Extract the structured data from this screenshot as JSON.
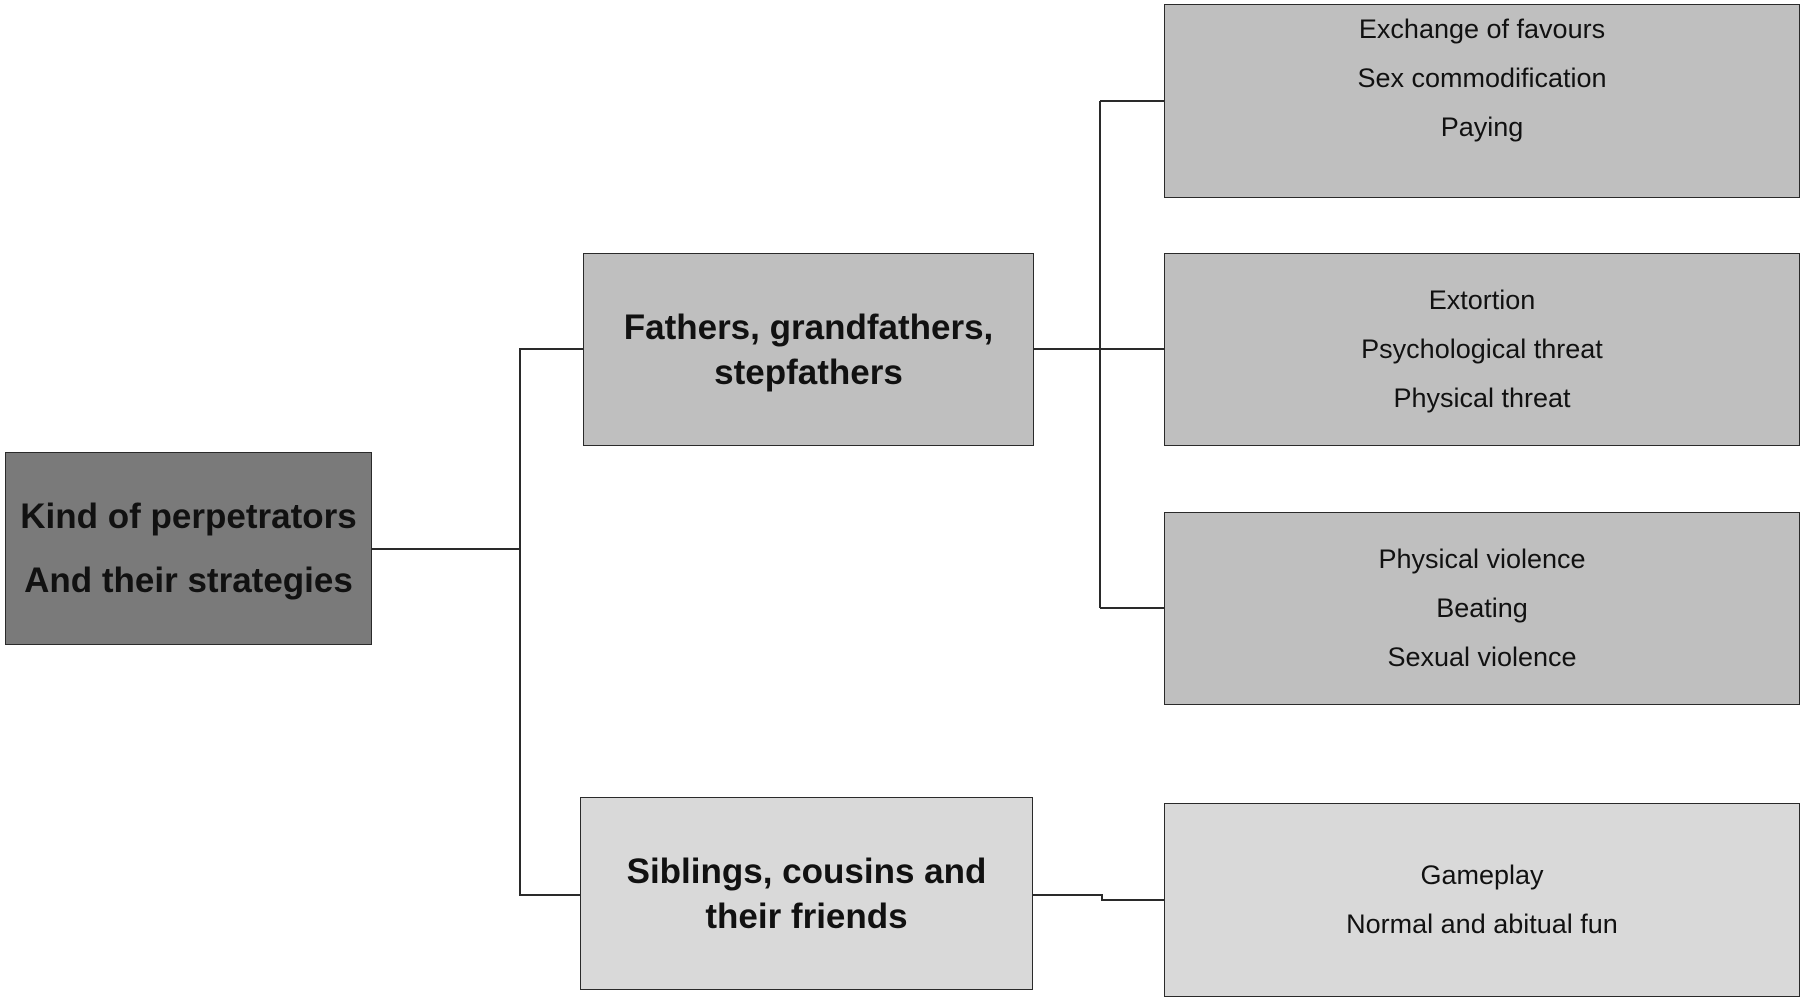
{
  "root": {
    "lines": [
      "Kind of perpetrators",
      "And their strategies"
    ]
  },
  "groups": [
    {
      "title": "Fathers, grandfathers, stepfathers",
      "strategies": [
        [
          "Exchange of favours",
          "Sex commodification",
          "Paying"
        ],
        [
          "Extortion",
          "Psychological threat",
          "Physical threat"
        ],
        [
          "Physical violence",
          "Beating",
          "Sexual violence"
        ]
      ]
    },
    {
      "title": "Siblings, cousins and their friends",
      "strategies": [
        [
          "Gameplay",
          "Normal and abitual fun"
        ]
      ]
    }
  ],
  "colors": {
    "root_fill": "#7a7a7a",
    "dark_fill": "#bfbfbf",
    "light_fill": "#d9d9d9",
    "line": "#2a2a2a"
  }
}
